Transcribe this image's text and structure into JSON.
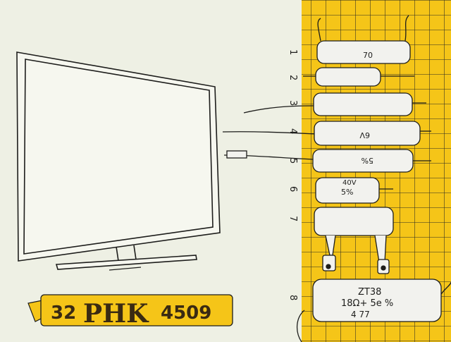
{
  "numbers": [
    "1",
    "2",
    "3",
    "4",
    "5",
    "6",
    "7",
    "8"
  ],
  "tv_label": {
    "part1": "32",
    "part2": "PHK",
    "part3": "4509"
  },
  "component_texts": {
    "c1": "70",
    "c4": "6V",
    "c5": "5%",
    "c6a": "40V",
    "c6b": "5%",
    "c8_line1": "ZT38",
    "c8_line2": "18Ω+ 5e %",
    "c8_line3": "4   77"
  },
  "colors": {
    "paper": "#eef0e4",
    "yellow": "#f5c518",
    "ink": "#1d1d1b",
    "component": "#f2f2ee"
  }
}
